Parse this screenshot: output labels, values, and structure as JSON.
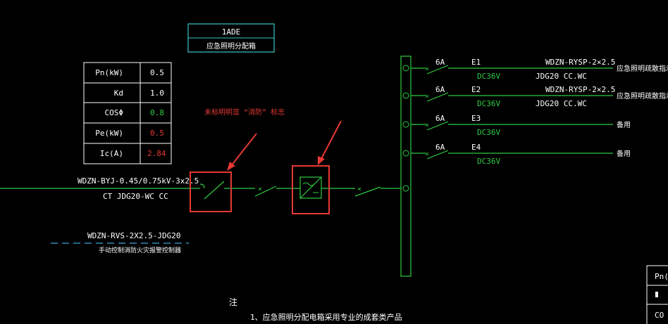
{
  "panel": {
    "code": "1ADE",
    "name": "应急照明分配箱"
  },
  "param_table": {
    "rows": [
      {
        "label": "Pn(kW)",
        "value": "0.5",
        "value_color": "#ffffff"
      },
      {
        "label": "Kd",
        "value": "1.0",
        "value_color": "#ffffff"
      },
      {
        "label": "COSΦ",
        "value": "0.8",
        "value_color": "#2ecc40"
      },
      {
        "label": "Pe(kW)",
        "value": "0.5",
        "value_color": "#e53935"
      },
      {
        "label": "Ic(A)",
        "value": "2.84",
        "value_color": "#e53935"
      }
    ]
  },
  "incoming": {
    "cable": "WDZN-BYJ-0.45/0.75kV-3x2.5",
    "conduit": "CT JDG20-WC CC"
  },
  "control": {
    "cable": "WDZN-RVS-2X2.5-JDG20",
    "note": "手动控制消防火灾报警控制器"
  },
  "annotation": {
    "text": "未标明明显 “消防” 标志"
  },
  "circuits": [
    {
      "rating": "6A",
      "id": "E1",
      "voltage": "DC36V",
      "cable": "WDZN-RYSP-2×2.5",
      "conduit": "JDG20 CC.WC",
      "dest": "应急照明疏散指示"
    },
    {
      "rating": "6A",
      "id": "E2",
      "voltage": "DC36V",
      "cable": "WDZN-RYSP-2×2.5",
      "conduit": "JDG20 CC.WC",
      "dest": "应急照明疏散指示"
    },
    {
      "rating": "6A",
      "id": "E3",
      "voltage": "DC36V",
      "cable": "",
      "conduit": "",
      "dest": "备用"
    },
    {
      "rating": "6A",
      "id": "E4",
      "voltage": "DC36V",
      "cable": "",
      "conduit": "",
      "dest": "备用"
    }
  ],
  "notes": {
    "heading": "注",
    "item1": "1、应急照明分配电箱采用专业的成套类产品"
  },
  "partial_table": {
    "row1": "Pn(",
    "row3": "CO"
  },
  "colors": {
    "line": "#2ecc40",
    "text": "#ffffff",
    "highlight": "#e53935",
    "box": "#38c8c8",
    "dash": "#3fa4d8"
  }
}
